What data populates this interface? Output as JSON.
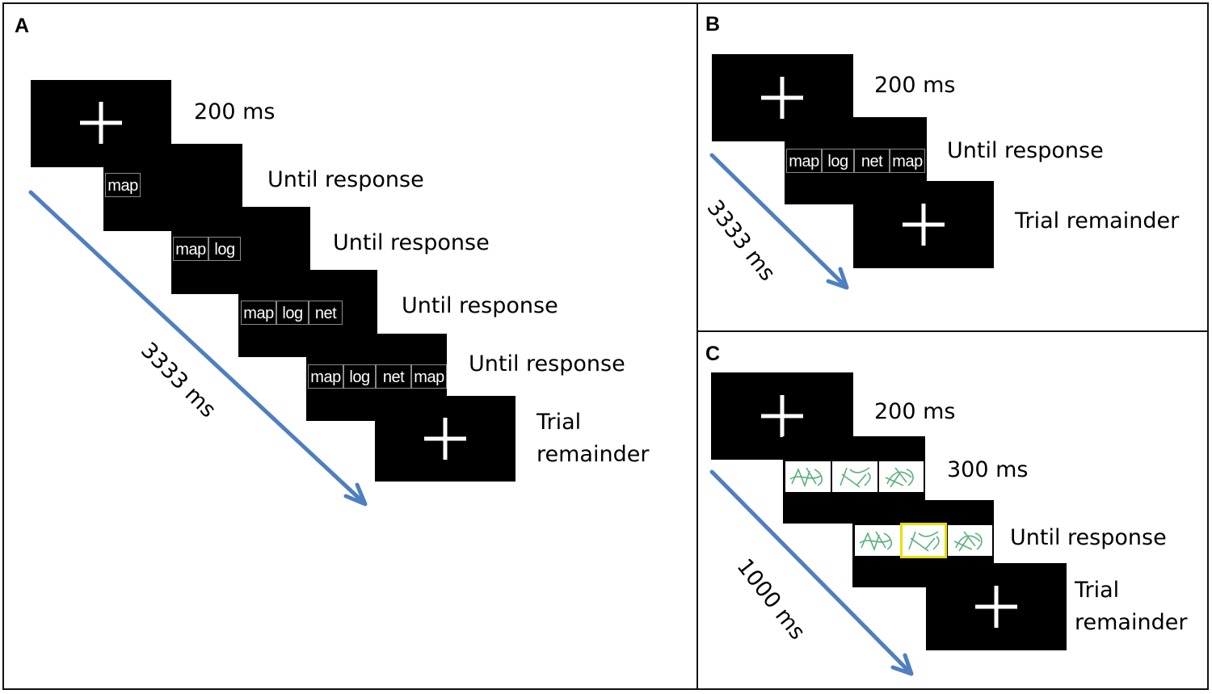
{
  "panels": {
    "a": {
      "label": "A",
      "labels": {
        "fix": "200 ms",
        "r1": "Until response",
        "r2": "Until response",
        "r3": "Until response",
        "r4": "Until response",
        "rem1": "Trial",
        "rem2": "remainder"
      },
      "words": [
        "map",
        "log",
        "net",
        "map"
      ],
      "duration": "3333 ms"
    },
    "b": {
      "label": "B",
      "labels": {
        "fix": "200 ms",
        "r1": "Until response",
        "rem": "Trial remainder"
      },
      "words": [
        "map",
        "log",
        "net",
        "map"
      ],
      "duration": "3333 ms"
    },
    "c": {
      "label": "C",
      "labels": {
        "fix": "200 ms",
        "preview": "300 ms",
        "r1": "Until response",
        "rem1": "Trial",
        "rem2": "remainder"
      },
      "duration": "1000 ms"
    }
  },
  "colors": {
    "arrow": "#4f7fc0",
    "screen": "#000000",
    "glyph_stroke": "#59b07a",
    "selection": "#e8e000"
  }
}
